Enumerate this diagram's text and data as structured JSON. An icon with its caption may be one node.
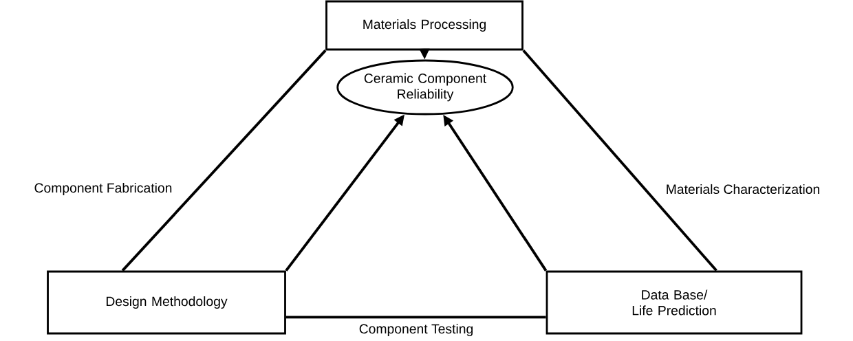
{
  "diagram": {
    "nodes": [
      {
        "text": [
          "Materials Processing"
        ]
      },
      {
        "text": [
          "Ceramic Component Reliability"
        ]
      },
      {
        "text": [
          "Design Methodology"
        ]
      },
      {
        "text": [
          "Data Base/ Life Prediction"
        ]
      }
    ],
    "edges": [
      {
        "from": 0,
        "to": 1,
        "arrow": "to"
      },
      {
        "from": 2,
        "to": 1,
        "arrow": "to"
      },
      {
        "from": 3,
        "to": 1,
        "arrow": "to"
      },
      {
        "from": 0,
        "to": 2,
        "arrow": "none",
        "label": "Component Fabrication"
      },
      {
        "from": 0,
        "to": 3,
        "arrow": "none",
        "label": "Materials Characterization"
      },
      {
        "from": 2,
        "to": 3,
        "arrow": "none",
        "label": "Component Testing"
      }
    ]
  }
}
